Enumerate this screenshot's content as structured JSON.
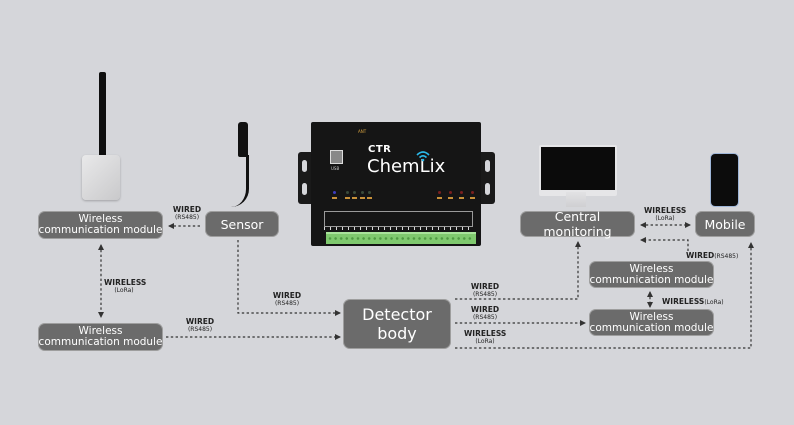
{
  "diagram": {
    "type": "system-architecture",
    "nodes": {
      "wireless_top_left": {
        "line1": "Wireless",
        "line2": "communication module"
      },
      "sensor": {
        "label": "Sensor"
      },
      "wireless_bottom_left": {
        "line1": "Wireless",
        "line2": "communication module"
      },
      "detector_body": {
        "label": "Detector body"
      },
      "central_monitoring": {
        "label": "Central monitoring"
      },
      "mobile": {
        "label": "Mobile"
      },
      "wireless_right_top": {
        "line1": "Wireless",
        "line2": "communication module"
      },
      "wireless_right_bottom": {
        "line1": "Wireless",
        "line2": "communication module"
      }
    },
    "connections": [
      {
        "from": "sensor",
        "to": "wireless_top_left",
        "type": "WIRED",
        "protocol": "(RS485)"
      },
      {
        "from": "wireless_top_left",
        "to": "wireless_bottom_left",
        "type": "WIRELESS",
        "protocol": "(LoRa)",
        "bidirectional": true
      },
      {
        "from": "sensor",
        "to": "detector_body",
        "type": "WIRED",
        "protocol": "(RS485)"
      },
      {
        "from": "wireless_bottom_left",
        "to": "detector_body",
        "type": "WIRED",
        "protocol": "(RS485)"
      },
      {
        "from": "detector_body",
        "to": "central_monitoring",
        "type": "WIRED",
        "protocol": "(RS485)"
      },
      {
        "from": "detector_body",
        "to": "wireless_right_bottom",
        "type": "WIRED",
        "protocol": "(RS485)"
      },
      {
        "from": "detector_body",
        "to": "mobile",
        "type": "WIRELESS",
        "protocol": "(LoRa)"
      },
      {
        "from": "central_monitoring",
        "to": "mobile",
        "type": "WIRELESS",
        "protocol": "(LoRa)",
        "bidirectional": true
      },
      {
        "from": "wireless_right_top",
        "to": "central_monitoring",
        "type": "WIRED",
        "protocol": "(RS485)"
      },
      {
        "from": "wireless_right_top",
        "to": "wireless_right_bottom",
        "type": "WIRELESS",
        "protocol": "(LoRa)",
        "bidirectional": true
      }
    ],
    "labels": {
      "sensor_to_wl": {
        "main": "WIRED",
        "sub": "(RS485)"
      },
      "wl_lora": {
        "main": "WIRELESS",
        "sub": "(LoRa)"
      },
      "sensor_to_det": {
        "main": "WIRED",
        "sub": "(RS485)"
      },
      "wlb_to_det": {
        "main": "WIRED",
        "sub": "(RS485)"
      },
      "det_to_cm": {
        "main": "WIRED",
        "sub": "(RS485)"
      },
      "det_to_wrb": {
        "main": "WIRED",
        "sub": "(RS485)"
      },
      "det_to_mobile": {
        "main": "WIRELESS",
        "sub": "(LoRa)"
      },
      "cm_mobile": {
        "main": "WIRELESS",
        "sub": "(LoRa)"
      },
      "wrt_to_cm": {
        "main": "WIRED",
        "sub": "(RS485)"
      },
      "wr_lora": {
        "main": "WIRELESS",
        "sub": "(LoRa)"
      }
    },
    "device": {
      "brand": "CTR",
      "product": "ChemLix",
      "usb_label": "USB",
      "ant_label": "ANT"
    },
    "colors": {
      "background": "#d5d6da",
      "node_fill": "#6b6b6b",
      "node_text": "#ffffff",
      "line": "#333333",
      "wifi_accent": "#2bb8e8"
    }
  }
}
